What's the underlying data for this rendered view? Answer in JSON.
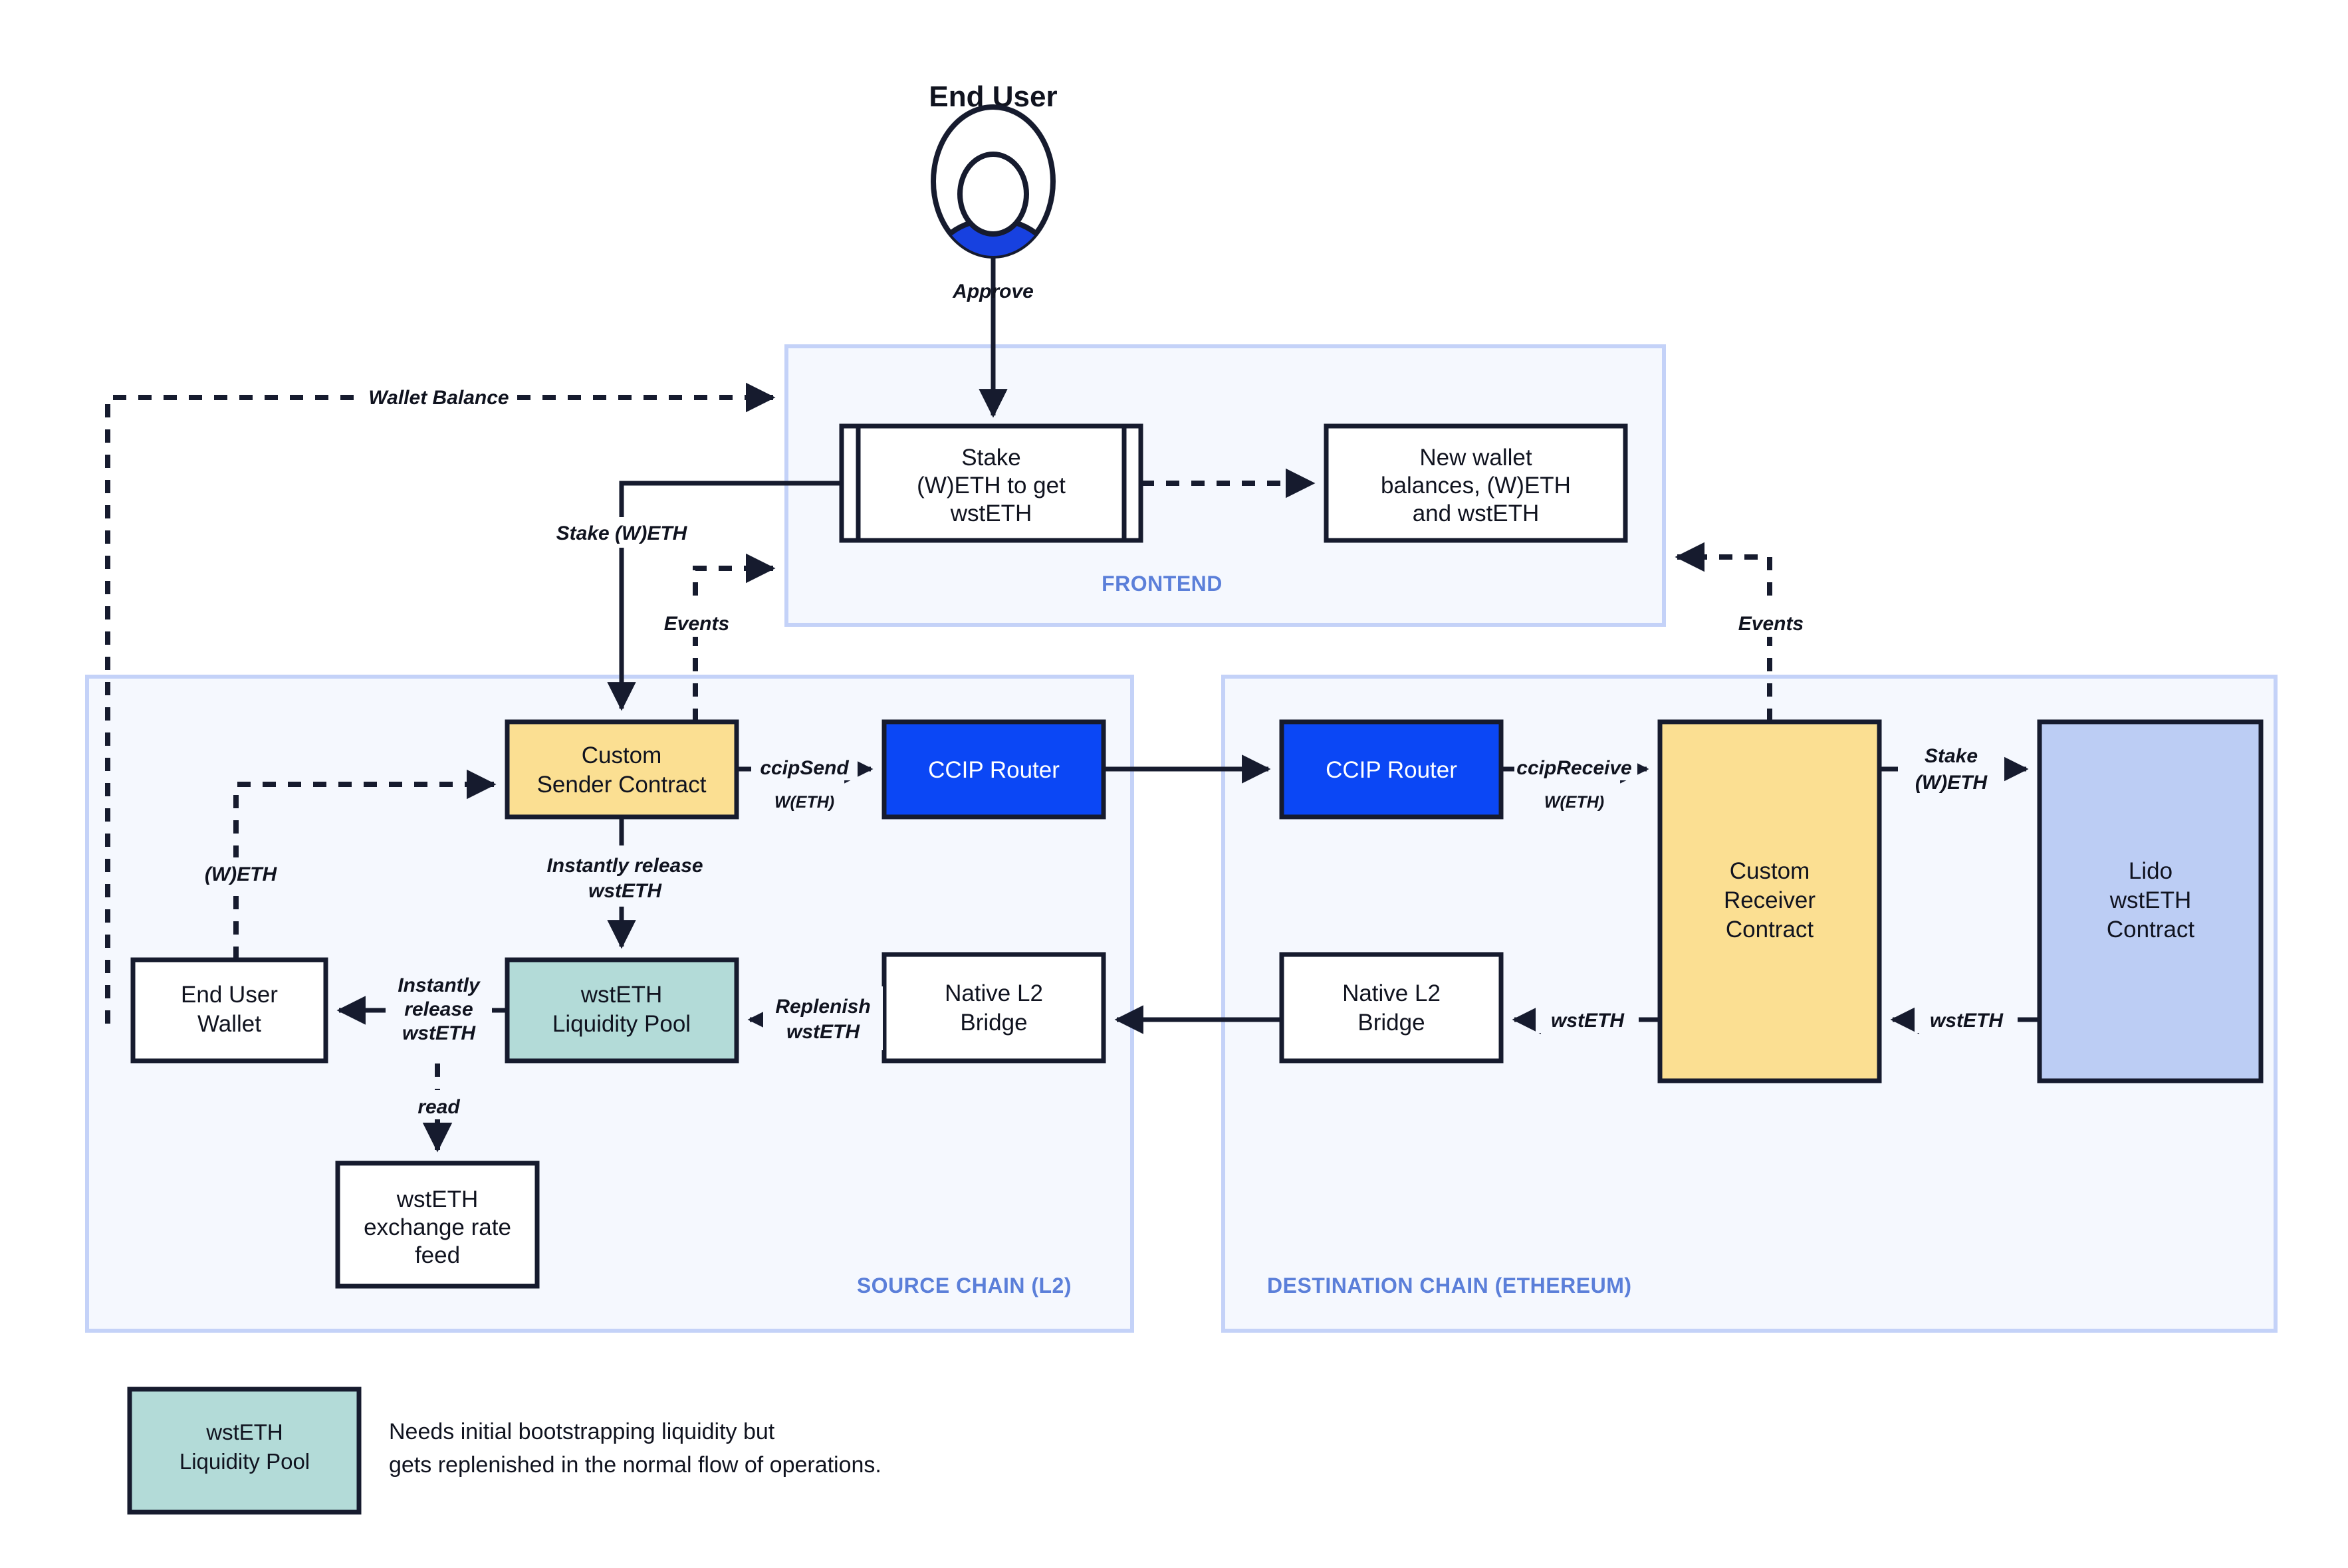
{
  "actor": {
    "title": "End User",
    "icon": "user-avatar-icon",
    "approve_label": "Approve"
  },
  "panels": [
    {
      "id": "frontend",
      "label": "FRONTEND"
    },
    {
      "id": "source_chain",
      "label": "SOURCE CHAIN (L2)"
    },
    {
      "id": "destination_chain",
      "label": "DESTINATION CHAIN (ETHEREUM)"
    }
  ],
  "nodes": {
    "stake_form": {
      "lines": [
        "Stake",
        "(W)ETH to get",
        "wstETH"
      ],
      "shape": "subroutine",
      "color": "#FFFFFF"
    },
    "new_balances": {
      "lines": [
        "New wallet",
        "balances, (W)ETH",
        "and wstETH"
      ],
      "shape": "rect",
      "color": "#FFFFFF"
    },
    "custom_sender": {
      "lines": [
        "Custom",
        "Sender Contract"
      ],
      "shape": "rect",
      "color": "#FBDF92"
    },
    "ccip_router_source": {
      "lines": [
        "CCIP Router"
      ],
      "shape": "rect",
      "color": "#0B47F5"
    },
    "ccip_router_dest": {
      "lines": [
        "CCIP Router"
      ],
      "shape": "rect",
      "color": "#0B47F5"
    },
    "custom_receiver": {
      "lines": [
        "Custom",
        "Receiver",
        "Contract"
      ],
      "shape": "rect",
      "color": "#FBDF92"
    },
    "lido_contract": {
      "lines": [
        "Lido",
        "wstETH",
        "Contract"
      ],
      "shape": "rect",
      "color": "#BCCDF4"
    },
    "end_user_wallet": {
      "lines": [
        "End User",
        "Wallet"
      ],
      "shape": "rect",
      "color": "#FFFFFF"
    },
    "liquidity_pool": {
      "lines": [
        "wstETH",
        "Liquidity Pool"
      ],
      "shape": "rect",
      "color": "#B3DBD8"
    },
    "native_bridge_source": {
      "lines": [
        "Native L2",
        "Bridge"
      ],
      "shape": "rect",
      "color": "#FFFFFF"
    },
    "native_bridge_dest": {
      "lines": [
        "Native L2",
        "Bridge"
      ],
      "shape": "rect",
      "color": "#FFFFFF"
    },
    "rate_feed": {
      "lines": [
        "wstETH",
        "exchange rate",
        "feed"
      ],
      "shape": "rect",
      "color": "#FFFFFF"
    }
  },
  "edge_labels": {
    "approve": "Approve",
    "wallet_balance": "Wallet Balance",
    "stake_weth": "Stake (W)ETH",
    "events_left": "Events",
    "events_right": "Events",
    "weth": "(W)ETH",
    "ccip_send": "ccipSend",
    "ccip_send_sub": "W(ETH)",
    "ccip_receive": "ccipReceive",
    "ccip_receive_sub": "W(ETH)",
    "stake_weth_dest_1": "Stake",
    "stake_weth_dest_2": "(W)ETH",
    "wsteth_a": "wstETH",
    "wsteth_b": "wstETH",
    "instantly_release_1": "Instantly release",
    "instantly_release_2": "wstETH",
    "instantly_release_wallet_1": "Instantly",
    "instantly_release_wallet_2": "release",
    "instantly_release_wallet_3": "wstETH",
    "replenish_1": "Replenish",
    "replenish_2": "wstETH",
    "read": "read"
  },
  "legend": {
    "swatch_lines": [
      "wstETH",
      "Liquidity Pool"
    ],
    "swatch_color": "#B3DBD8",
    "note_lines": [
      "Needs initial bootstrapping liquidity but",
      "gets replenished in the normal flow of operations."
    ]
  },
  "colors": {
    "panel_fill": "#F5F8FE",
    "panel_stroke": "#C4D2F8",
    "panel_label": "#5B7FD9",
    "stroke": "#161B2E",
    "orange": "#FBDF92",
    "teal": "#B3DBD8",
    "router_blue": "#0B47F5",
    "periwinkle": "#BCCDF4",
    "actor_blue": "#1741E0"
  }
}
